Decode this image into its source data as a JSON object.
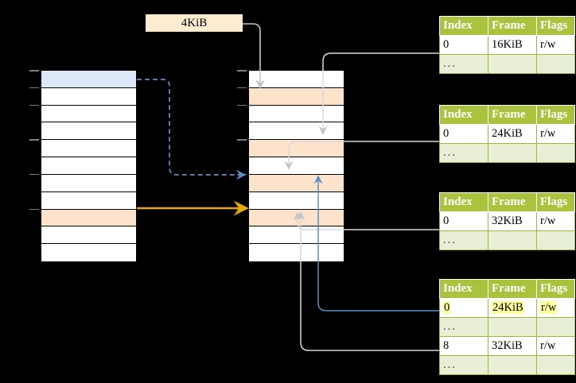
{
  "diagram": {
    "title": "Page table translation diagram",
    "colors": {
      "background": "#000000",
      "header_green": "#aac33f",
      "row_ellipsis_green": "#e9efd6",
      "highlight_yellow": "#ffff99",
      "virtual_row_blue": "#dce8f7",
      "mapped_row_peach": "#fde2cc",
      "label_cream": "#fdecd0",
      "orange_arrow": "#e8a900",
      "blue_arrow": "#5b8fc9",
      "grey_arrow": "#c0c0c0",
      "grey_wire": "#d8d8d8"
    }
  },
  "size_label": {
    "text": "4KiB"
  },
  "left_column": {
    "name": "virtual-address-space",
    "row_count": 11,
    "rows": [
      {
        "index": 0,
        "fill": "blue"
      },
      {
        "index": 1,
        "fill": "white"
      },
      {
        "index": 2,
        "fill": "white"
      },
      {
        "index": 3,
        "fill": "white"
      },
      {
        "index": 4,
        "fill": "white"
      },
      {
        "index": 5,
        "fill": "white"
      },
      {
        "index": 6,
        "fill": "white"
      },
      {
        "index": 7,
        "fill": "white"
      },
      {
        "index": 8,
        "fill": "peach"
      },
      {
        "index": 9,
        "fill": "white"
      },
      {
        "index": 10,
        "fill": "white"
      }
    ],
    "ticks_at_rows": [
      0,
      1,
      2,
      4,
      6,
      8
    ]
  },
  "middle_column": {
    "name": "physical-address-space",
    "row_count": 11,
    "rows": [
      {
        "index": 0,
        "fill": "white"
      },
      {
        "index": 1,
        "fill": "peach"
      },
      {
        "index": 2,
        "fill": "white"
      },
      {
        "index": 3,
        "fill": "white"
      },
      {
        "index": 4,
        "fill": "peach"
      },
      {
        "index": 5,
        "fill": "white"
      },
      {
        "index": 6,
        "fill": "peach"
      },
      {
        "index": 7,
        "fill": "white"
      },
      {
        "index": 8,
        "fill": "peach"
      },
      {
        "index": 9,
        "fill": "white"
      },
      {
        "index": 10,
        "fill": "white"
      }
    ],
    "ticks_at_rows": [
      0,
      1,
      2,
      4,
      6,
      8
    ]
  },
  "page_tables": [
    {
      "name": "page-table-1",
      "headers": [
        "Index",
        "Frame",
        "Flags"
      ],
      "rows": [
        {
          "cells": [
            "0",
            "16KiB",
            "r/w"
          ],
          "kind": "data",
          "highlight": []
        },
        {
          "cells": [
            "...",
            "",
            ""
          ],
          "kind": "ellipsis",
          "highlight": []
        }
      ]
    },
    {
      "name": "page-table-2",
      "headers": [
        "Index",
        "Frame",
        "Flags"
      ],
      "rows": [
        {
          "cells": [
            "0",
            "24KiB",
            "r/w"
          ],
          "kind": "data",
          "highlight": []
        },
        {
          "cells": [
            "...",
            "",
            ""
          ],
          "kind": "ellipsis",
          "highlight": []
        }
      ]
    },
    {
      "name": "page-table-3",
      "headers": [
        "Index",
        "Frame",
        "Flags"
      ],
      "rows": [
        {
          "cells": [
            "0",
            "32KiB",
            "r/w"
          ],
          "kind": "data",
          "highlight": []
        },
        {
          "cells": [
            "...",
            "",
            ""
          ],
          "kind": "ellipsis",
          "highlight": []
        }
      ]
    },
    {
      "name": "page-table-4",
      "headers": [
        "Index",
        "Frame",
        "Flags"
      ],
      "rows": [
        {
          "cells": [
            "0",
            "24KiB",
            "r/w"
          ],
          "kind": "data",
          "highlight": [
            0,
            1,
            2
          ]
        },
        {
          "cells": [
            "...",
            "",
            ""
          ],
          "kind": "ellipsis",
          "highlight": []
        },
        {
          "cells": [
            "8",
            "32KiB",
            "r/w"
          ],
          "kind": "data",
          "highlight": []
        },
        {
          "cells": [
            "...",
            "",
            ""
          ],
          "kind": "ellipsis",
          "highlight": []
        }
      ]
    }
  ],
  "connectors": [
    {
      "name": "virtual-to-physical-dashed",
      "style": "dashed",
      "color": "#5b8fc9"
    },
    {
      "name": "virtual-to-physical-solid",
      "style": "solid",
      "color": "#e8a900"
    },
    {
      "name": "size-label-pointer",
      "style": "solid",
      "color": "#c8c8c8"
    },
    {
      "name": "table1-frame-pointer",
      "style": "solid",
      "color": "#d8d8d8"
    },
    {
      "name": "table2-frame-pointer",
      "style": "solid",
      "color": "#d8d8d8"
    },
    {
      "name": "table3-frame-pointer",
      "style": "solid",
      "color": "#d8d8d8"
    },
    {
      "name": "table4-row0-pointer",
      "style": "solid",
      "color": "#5b8fc9"
    },
    {
      "name": "table4-row8-pointer",
      "style": "solid",
      "color": "#d8d8d8"
    }
  ]
}
